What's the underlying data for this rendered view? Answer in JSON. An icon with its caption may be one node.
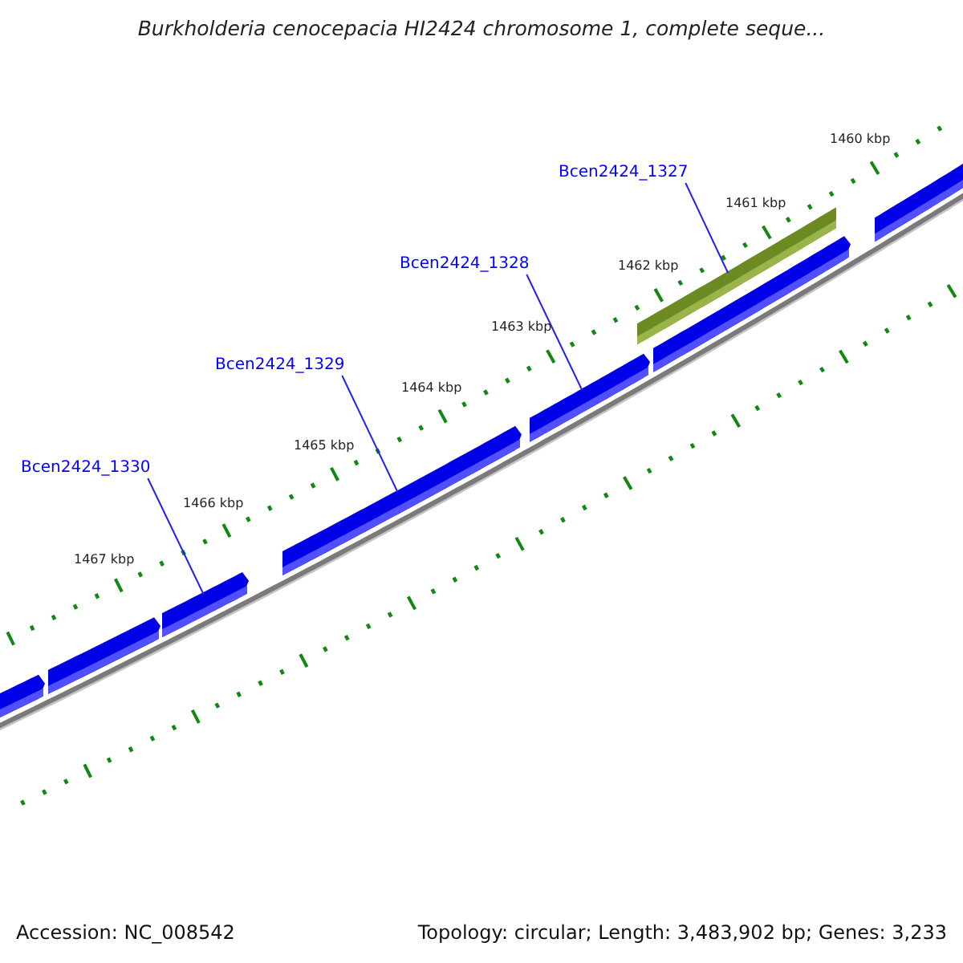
{
  "diagram": {
    "title": "Burkholderia cenocepacia HI2424 chromosome 1, complete seque...",
    "nodes": [
      {
        "text": [
          "Bcen2424_1327"
        ]
      },
      {
        "text": [
          "Bcen2424_1328"
        ]
      },
      {
        "text": [
          "Bcen2424_1329"
        ]
      },
      {
        "text": [
          "Bcen2424_1330"
        ]
      },
      {
        "text": [],
        "shape": "bar"
      },
      {
        "text": [],
        "shape": "bar"
      },
      {
        "text": [],
        "shape": "bar"
      },
      {
        "text": [],
        "shape": "bar"
      },
      {
        "text": [],
        "shape": "bar"
      },
      {
        "text": [],
        "shape": "bar"
      },
      {
        "text": [],
        "shape": "bar"
      },
      {
        "text": [],
        "shape": "bar"
      }
    ],
    "edges": [
      {
        "from": 0,
        "to": 4,
        "arrow": "none"
      },
      {
        "from": 1,
        "to": 9,
        "arrow": "none"
      },
      {
        "from": 2,
        "to": 8,
        "arrow": "none"
      },
      {
        "from": 3,
        "to": 7,
        "arrow": "none"
      }
    ],
    "labels": [
      "1460 kbp",
      "1461 kbp",
      "1462 kbp",
      "1463 kbp",
      "1464 kbp",
      "1465 kbp",
      "1466 kbp",
      "1467 kbp",
      "Accession: NC_008542",
      "Topology: circular; Length: 3,483,902 bp; Genes: 3,233"
    ]
  }
}
